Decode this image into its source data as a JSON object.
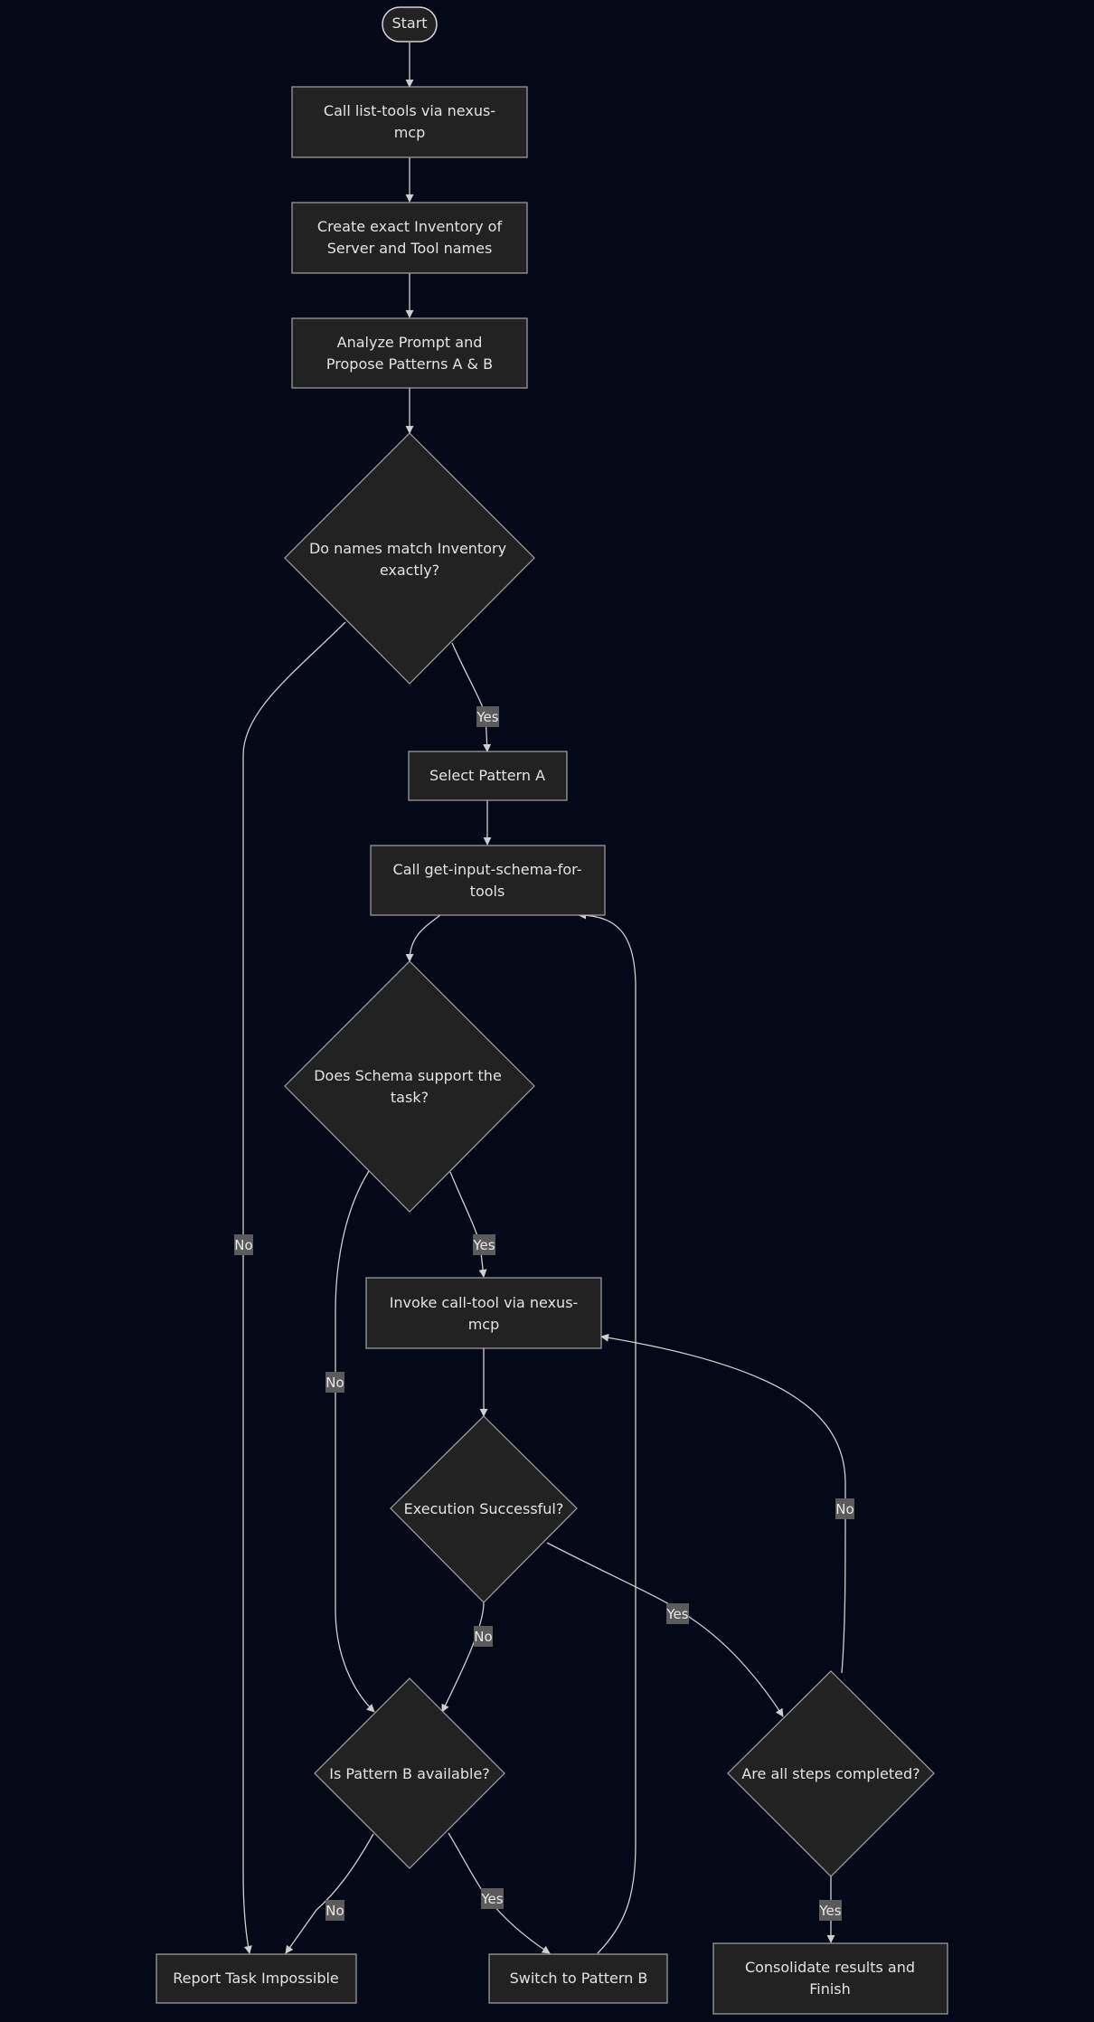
{
  "diagram": {
    "nodes": {
      "start": "Start",
      "list_tools": [
        "Call list-tools via nexus-",
        "mcp"
      ],
      "inventory": [
        "Create exact Inventory of",
        "Server and Tool names"
      ],
      "analyze": [
        "Analyze Prompt and",
        "Propose Patterns A & B"
      ],
      "names_match": [
        "Do names match Inventory",
        "exactly?"
      ],
      "pattern_a": "Select Pattern A",
      "get_schema": [
        "Call get-input-schema-for-",
        "tools"
      ],
      "schema_support": [
        "Does Schema support the",
        "task?"
      ],
      "invoke": [
        "Invoke call-tool via nexus-",
        "mcp"
      ],
      "exec_success": "Execution Successful?",
      "pattern_b_avail": "Is Pattern B available?",
      "all_steps": "Are all steps completed?",
      "report": "Report Task Impossible",
      "switch_b": "Switch to Pattern B",
      "consolidate": [
        "Consolidate results and",
        "Finish"
      ]
    },
    "edge_labels": {
      "names_no": "No",
      "names_yes": "Yes",
      "schema_no": "No",
      "schema_yes": "Yes",
      "exec_no": "No",
      "exec_yes": "Yes",
      "steps_no": "No",
      "steps_yes": "Yes",
      "b_no": "No",
      "b_yes": "Yes"
    },
    "colors": {
      "background": "#050816",
      "node_fill": "#222222",
      "node_stroke": "#a3a3a3",
      "edge": "#cfcfcf",
      "label_bg": "#5b5b5b",
      "text": "#e3e3e3"
    }
  }
}
